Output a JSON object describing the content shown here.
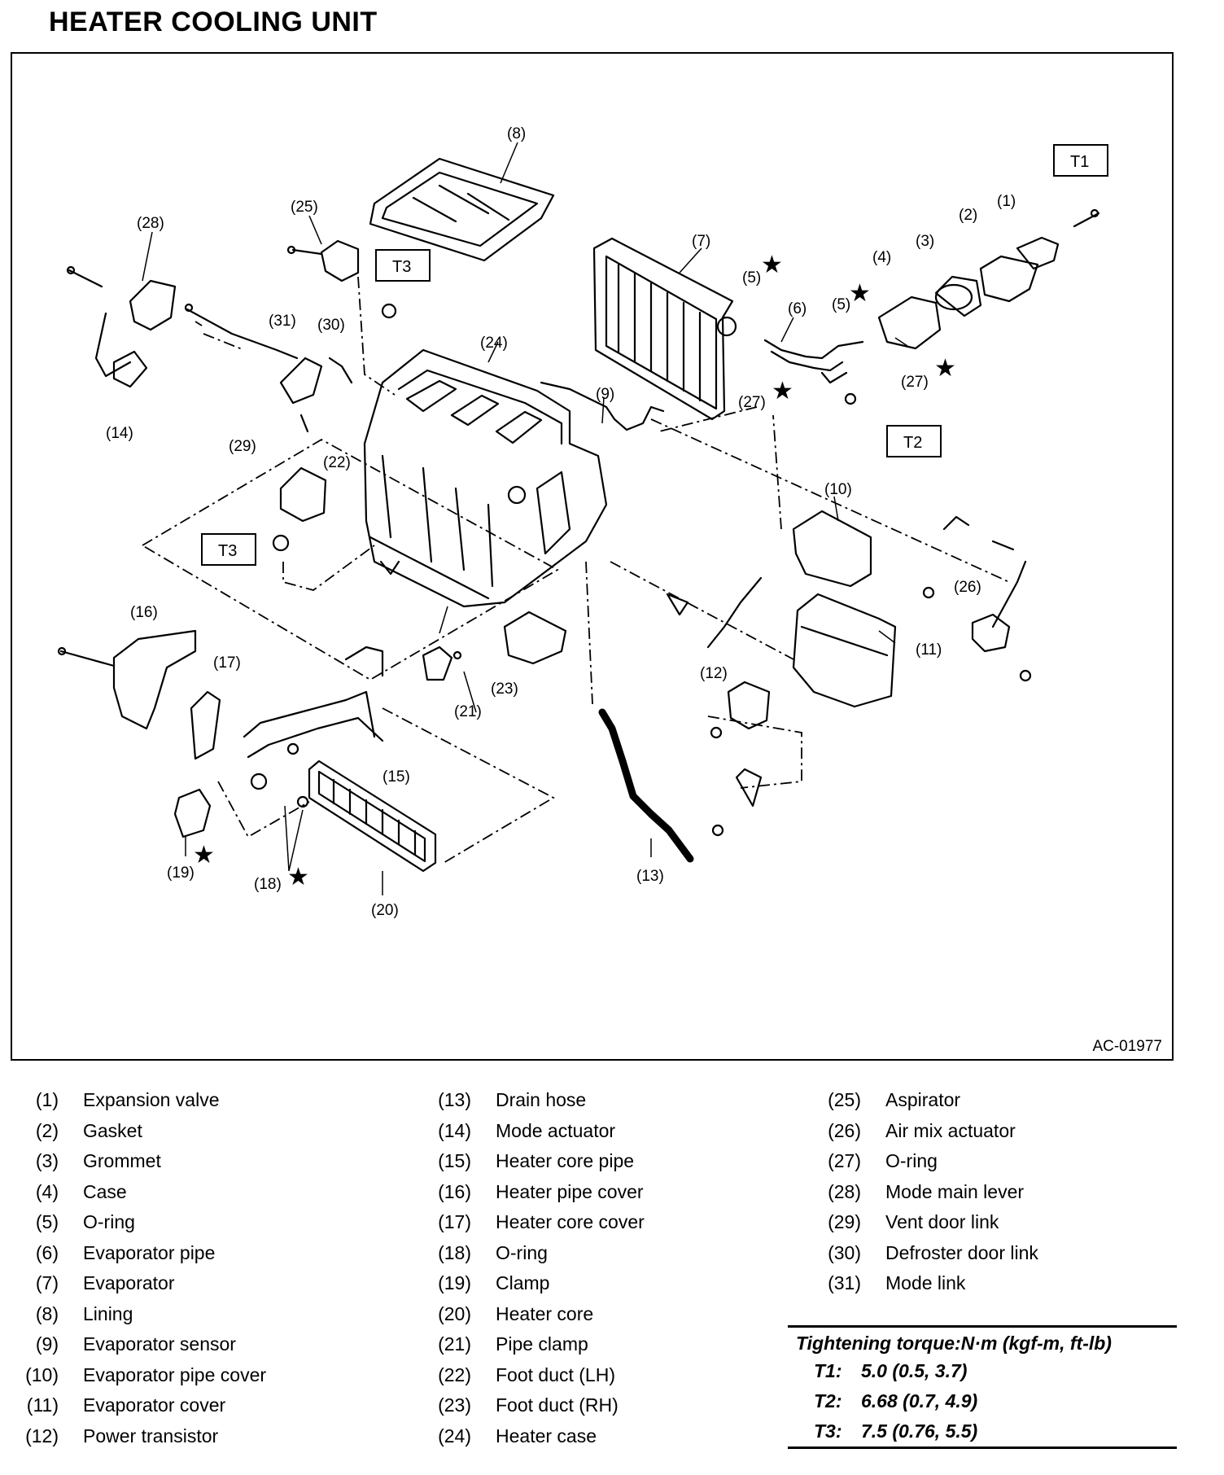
{
  "title": "HEATER COOLING UNIT",
  "figure_code": "AC-01977",
  "callouts": {
    "c1": "(1)",
    "c2": "(2)",
    "c3": "(3)",
    "c4": "(4)",
    "c5a": "(5)",
    "c5b": "(5)",
    "c6": "(6)",
    "c7": "(7)",
    "c8": "(8)",
    "c9": "(9)",
    "c10": "(10)",
    "c11": "(11)",
    "c12": "(12)",
    "c13": "(13)",
    "c14": "(14)",
    "c15": "(15)",
    "c16": "(16)",
    "c17": "(17)",
    "c18": "(18)",
    "c19": "(19)",
    "c20": "(20)",
    "c21": "(21)",
    "c22": "(22)",
    "c23": "(23)",
    "c24": "(24)",
    "c25": "(25)",
    "c26": "(26)",
    "c27a": "(27)",
    "c27b": "(27)",
    "c28": "(28)",
    "c29": "(29)",
    "c30": "(30)",
    "c31": "(31)"
  },
  "torque_tags": {
    "t1": "T1",
    "t2": "T2",
    "t3a": "T3",
    "t3b": "T3"
  },
  "star_glyph": "★",
  "parts": [
    {
      "num": "(1)",
      "name": "Expansion valve"
    },
    {
      "num": "(2)",
      "name": "Gasket"
    },
    {
      "num": "(3)",
      "name": "Grommet"
    },
    {
      "num": "(4)",
      "name": "Case"
    },
    {
      "num": "(5)",
      "name": "O-ring"
    },
    {
      "num": "(6)",
      "name": "Evaporator pipe"
    },
    {
      "num": "(7)",
      "name": "Evaporator"
    },
    {
      "num": "(8)",
      "name": "Lining"
    },
    {
      "num": "(9)",
      "name": "Evaporator sensor"
    },
    {
      "num": "(10)",
      "name": "Evaporator pipe cover"
    },
    {
      "num": "(11)",
      "name": "Evaporator cover"
    },
    {
      "num": "(12)",
      "name": "Power transistor"
    },
    {
      "num": "(13)",
      "name": "Drain hose"
    },
    {
      "num": "(14)",
      "name": "Mode actuator"
    },
    {
      "num": "(15)",
      "name": "Heater core pipe"
    },
    {
      "num": "(16)",
      "name": "Heater pipe cover"
    },
    {
      "num": "(17)",
      "name": "Heater core cover"
    },
    {
      "num": "(18)",
      "name": "O-ring"
    },
    {
      "num": "(19)",
      "name": "Clamp"
    },
    {
      "num": "(20)",
      "name": "Heater core"
    },
    {
      "num": "(21)",
      "name": "Pipe clamp"
    },
    {
      "num": "(22)",
      "name": "Foot duct (LH)"
    },
    {
      "num": "(23)",
      "name": "Foot duct (RH)"
    },
    {
      "num": "(24)",
      "name": "Heater case"
    },
    {
      "num": "(25)",
      "name": "Aspirator"
    },
    {
      "num": "(26)",
      "name": "Air mix actuator"
    },
    {
      "num": "(27)",
      "name": "O-ring"
    },
    {
      "num": "(28)",
      "name": "Mode main lever"
    },
    {
      "num": "(29)",
      "name": "Vent door link"
    },
    {
      "num": "(30)",
      "name": "Defroster door link"
    },
    {
      "num": "(31)",
      "name": "Mode link"
    }
  ],
  "torque": {
    "heading": "Tightening torque:N·m (kgf-m, ft-lb)",
    "rows": [
      {
        "key": "T1:",
        "value": "5.0 (0.5, 3.7)"
      },
      {
        "key": "T2:",
        "value": "6.68 (0.7, 4.9)"
      },
      {
        "key": "T3:",
        "value": "7.5 (0.76, 5.5)"
      }
    ]
  }
}
